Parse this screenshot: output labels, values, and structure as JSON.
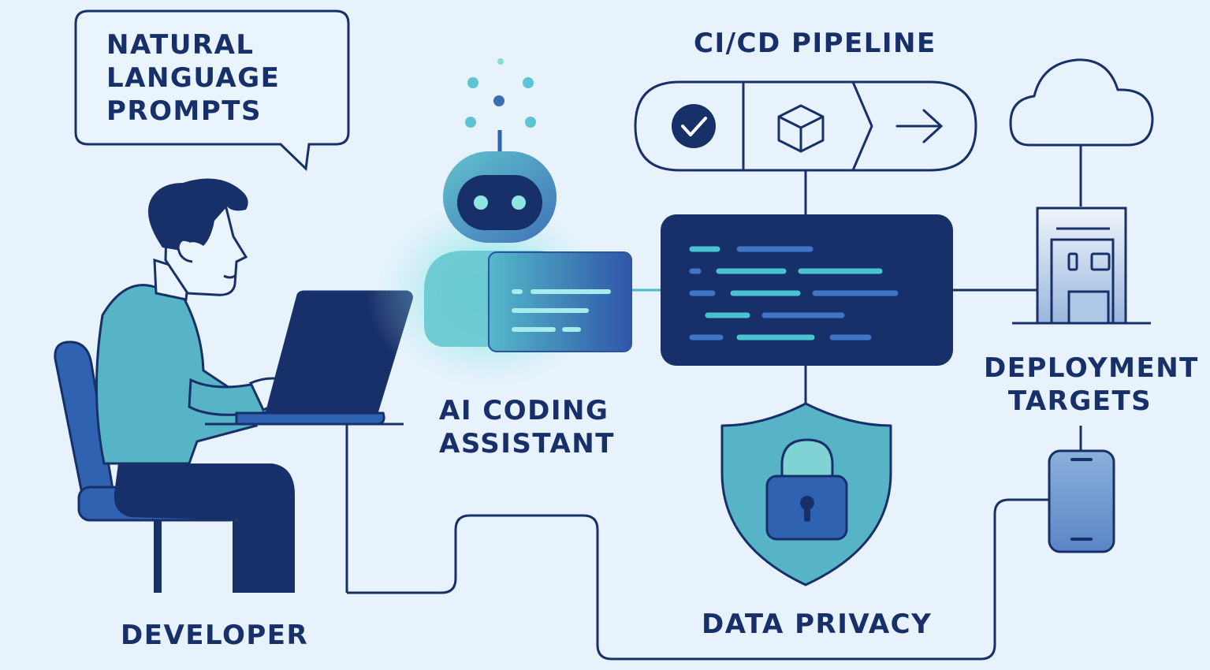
{
  "labels": {
    "prompts": [
      "NATURAL",
      "LANGUAGE",
      "PROMPTS"
    ],
    "assistant": [
      "AI CODING",
      "ASSISTANT"
    ],
    "pipeline": "CI/CD PIPELINE",
    "deployment": [
      "DEPLOYMENT",
      "TARGETS"
    ],
    "developer": "DEVELOPER",
    "privacy": "DATA PRIVACY"
  },
  "icons": {
    "pipeline": [
      "check-icon",
      "package-cube-icon",
      "arrow-right-icon"
    ],
    "deployment": [
      "cloud-icon",
      "building-icon",
      "smartphone-icon"
    ],
    "privacy": [
      "shield-icon",
      "padlock-icon"
    ],
    "assistant": [
      "robot-icon"
    ],
    "developer": [
      "person-at-laptop-icon"
    ]
  },
  "colors": {
    "background": "#e7f2fc",
    "navy": "#18306a",
    "teal": "#4fb8c8",
    "blue": "#2f62b0",
    "glow": "#5fe8de"
  }
}
